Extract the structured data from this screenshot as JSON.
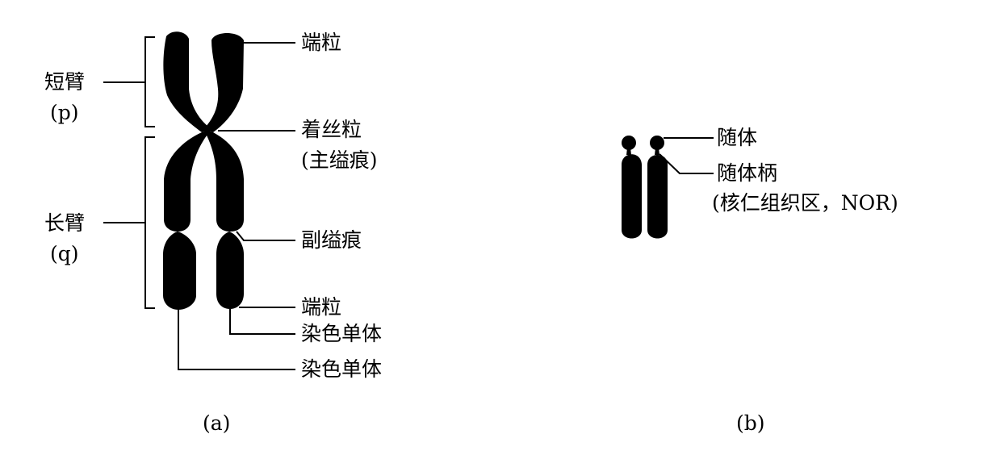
{
  "figure_a": {
    "labels": {
      "short_arm": "短臂",
      "short_arm_symbol": "(p)",
      "long_arm": "长臂",
      "long_arm_symbol": "(q)",
      "telomere_top": "端粒",
      "centromere": "着丝粒",
      "centromere_note": "(主缢痕)",
      "secondary_constriction": "副缢痕",
      "telomere_bottom": "端粒",
      "chromatid_right": "染色单体",
      "chromatid_left": "染色单体"
    },
    "caption": "(a)"
  },
  "figure_b": {
    "labels": {
      "satellite": "随体",
      "satellite_stalk": "随体柄",
      "satellite_stalk_note": "(核仁组织区，NOR)"
    },
    "caption": "(b)"
  },
  "colors": {
    "ink": "#000000",
    "background": "#ffffff"
  }
}
